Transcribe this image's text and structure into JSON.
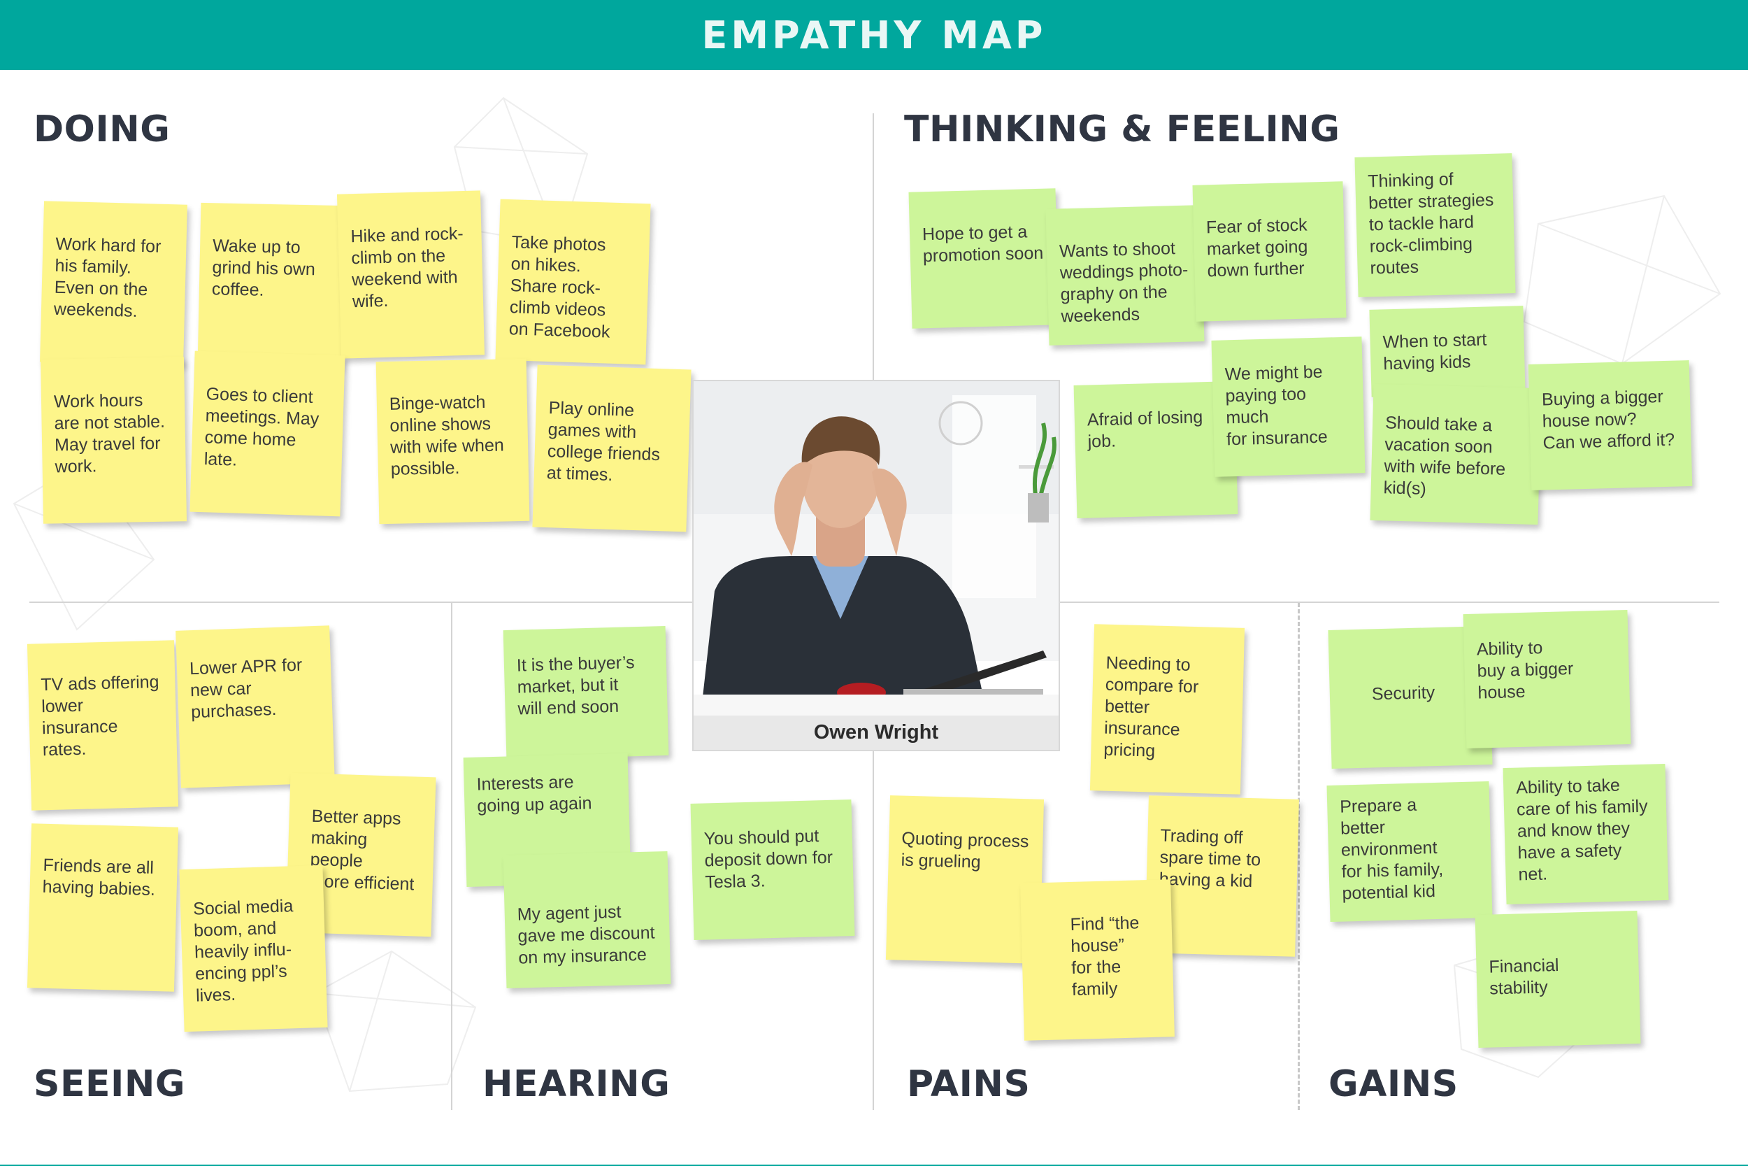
{
  "title": "EMPATHY MAP",
  "persona": {
    "name": "Owen Wright"
  },
  "sections": {
    "doing": "DOING",
    "thinking": "THINKING & FEELING",
    "seeing": "SEEING",
    "hearing": "HEARING",
    "pains": "PAINS",
    "gains": "GAINS"
  },
  "colors": {
    "header": "#00a79d",
    "yellow_note": "#fdf58a",
    "green_note": "#cdf59a"
  },
  "notes": {
    "doing": [
      "Work hard for\nhis family.\nEven on the\nweekends.",
      "Wake up to\ngrind his own\ncoffee.",
      "Hike and rock-\nclimb on the\nweekend with\nwife.",
      "Take photos\non hikes.\nShare rock-\nclimb videos\non Facebook",
      "Work hours\nare not stable.\nMay travel for\nwork.",
      "Goes to client\nmeetings. May\ncome home\nlate.",
      "Binge-watch\nonline shows\nwith wife when\npossible.",
      "Play online\ngames with\ncollege friends\nat times."
    ],
    "thinking": [
      "Hope to get a\npromotion soon",
      "Wants to shoot\nweddings photo-\ngraphy on the\nweekends",
      "Fear of stock\nmarket going\ndown further",
      "Thinking of\nbetter strategies\nto tackle hard\nrock-climbing\nroutes",
      "Afraid of losing\njob.",
      "We might be\npaying too much\nfor insurance",
      "When to start\nhaving kids",
      "Should take a\nvacation soon\nwith wife before\nkid(s)",
      "Buying a bigger\nhouse now?\nCan we afford it?"
    ],
    "seeing": [
      "TV ads offering\nlower insurance\nrates.",
      "Lower APR for\nnew car\npurchases.",
      "Better apps\nmaking people\nmore efficient",
      "Friends are all\nhaving babies.",
      "Social media\nboom, and\nheavily influ-\nencing ppl’s\nlives."
    ],
    "hearing": [
      "It is the buyer’s\nmarket, but it\nwill end soon",
      "Interests are\ngoing up again",
      "My agent just\ngave me discount\non my insurance",
      "You should put\ndeposit down for\nTesla 3."
    ],
    "pains": [
      "Needing to\ncompare for\nbetter\ninsurance\npricing",
      "Quoting process\nis grueling",
      "Trading off\nspare time to\nhaving a kid",
      "Find “the\nhouse”\nfor the\nfamily"
    ],
    "gains": [
      "Security",
      "Ability to\nbuy a bigger\nhouse",
      "Prepare a\nbetter\nenvironment\nfor his family,\npotential kid",
      "Ability to take\ncare of his family\nand know they\nhave a safety\nnet.",
      "Financial\nstability"
    ]
  }
}
